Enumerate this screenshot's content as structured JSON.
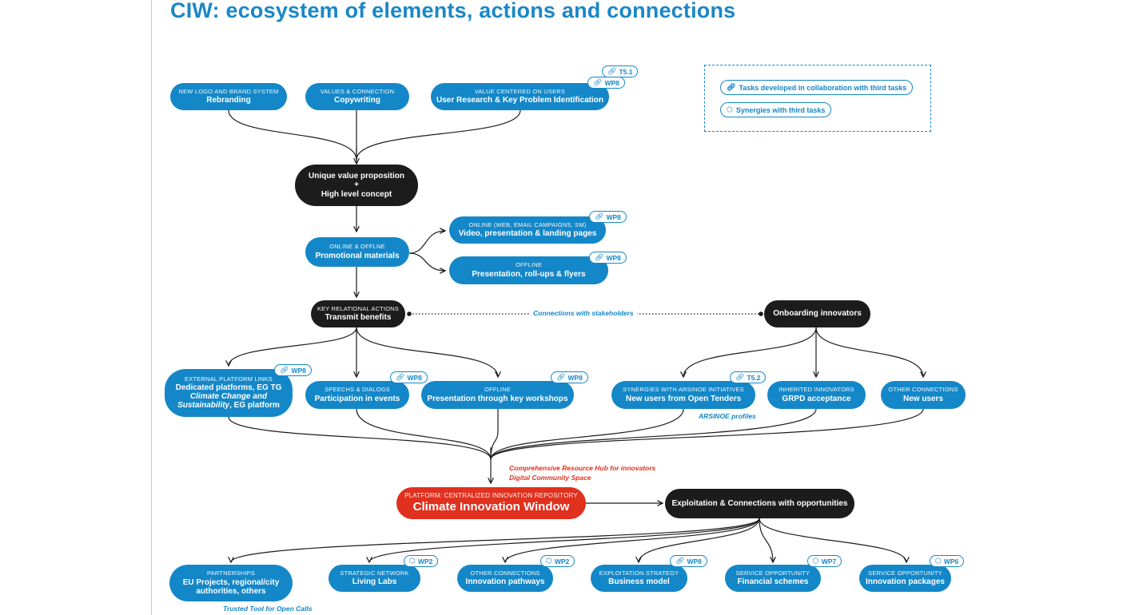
{
  "title": "CIW: ecosystem of elements, actions and connections",
  "legend": {
    "collab": "Tasks developed in collaboration with third tasks",
    "synergy": "Synergies with third tasks"
  },
  "icons": {
    "collab": "link-icon",
    "synergy": "cube-icon"
  },
  "colors": {
    "blue": "#1487c8",
    "dark": "#1c1c1c",
    "red": "#e0301e"
  },
  "nodes": {
    "rebranding": {
      "small": "NEW LOGO AND BRAND SYSTEM",
      "main": "Rebranding"
    },
    "copywriting": {
      "small": "VALUES & CONNECTION",
      "main": "Copywriting"
    },
    "research": {
      "small": "VALUE CENTERED ON USERS",
      "main": "User Research & Key Problem Identification"
    },
    "uvp": {
      "line1": "Unique value proposition",
      "line2": "+",
      "line3": "High level concept"
    },
    "promo": {
      "small": "ONLINE & OFFLNE",
      "main": "Promotional materials"
    },
    "video": {
      "small": "ONLINE (WEB, EMAIL CAMPAIGNS, SM)",
      "main": "Video, presentation & landing pages"
    },
    "rollups": {
      "small": "OFFLINE",
      "main": "Presentation, roll-ups & flyers"
    },
    "transmit": {
      "small": "KEY RELATIONAL ACTIONS",
      "main": "Transmit benefits"
    },
    "onboarding": {
      "main": "Onboarding innovators"
    },
    "dedicated": {
      "small": "EXTERNAL PLATFORM LINKS",
      "line1": "Dedicated platforms, EG TG",
      "line2": "Climate Change and",
      "line3a": "Sustainability",
      "line3b": ", EG platform"
    },
    "events": {
      "small": "SPEECHS & DIALOGS",
      "main": "Participation in events"
    },
    "workshops": {
      "small": "OFFLINE",
      "main": "Presentation through key workshops"
    },
    "tenders": {
      "small": "SYNERGIES WITH ARSINOE INITIATIVES",
      "main": "New users from Open Tenders"
    },
    "grpd": {
      "small": "INHERITED INNOVATORS",
      "main": "GRPD acceptance"
    },
    "newusers": {
      "small": "OTHER CONNECTIONS",
      "main": "New users"
    },
    "ciw": {
      "small": "PLATFORM: CENTRALIZED INNOVATION REPOSITORY",
      "main": "Climate Innovation Window"
    },
    "exploitation": {
      "main": "Exploitation & Connections with opportunities"
    },
    "partnerships": {
      "small": "PARTNERSHIPS",
      "line1": "EU Projects, regional/city",
      "line2": "authorities, others"
    },
    "livinglabs": {
      "small": "STRATEGIC NETWORK",
      "main": "Living Labs"
    },
    "pathways": {
      "small": "OTHER CONNECTIONS",
      "main": "Innovation pathways"
    },
    "business": {
      "small": "EXPLOITATION STRATEGY",
      "main": "Business model"
    },
    "financial": {
      "small": "SERVICE OPPORTUNITY",
      "main": "Financial schemes"
    },
    "packages": {
      "small": "SERVICE OPPORTUNITY",
      "main": "Innovation packages"
    }
  },
  "tags": {
    "research_t": "T5.1",
    "research_w": "WP8",
    "video": "WP8",
    "rollups": "WP8",
    "dedicated": "WP8",
    "events": "WP8",
    "workshops": "WP8",
    "tenders": "T5.2",
    "livinglabs": "WP2",
    "pathways": "WP2",
    "business": "WP8",
    "financial": "WP7",
    "packages": "WP6"
  },
  "notes": {
    "stakeholders": "Connections with stakeholders",
    "arsinoe": "ARSINOE profiles",
    "hub1": "Comprehensive Resource Hub for innovators",
    "hub2": "Digital Community Space",
    "trusted": "Trusted Tool for Open Calls"
  }
}
